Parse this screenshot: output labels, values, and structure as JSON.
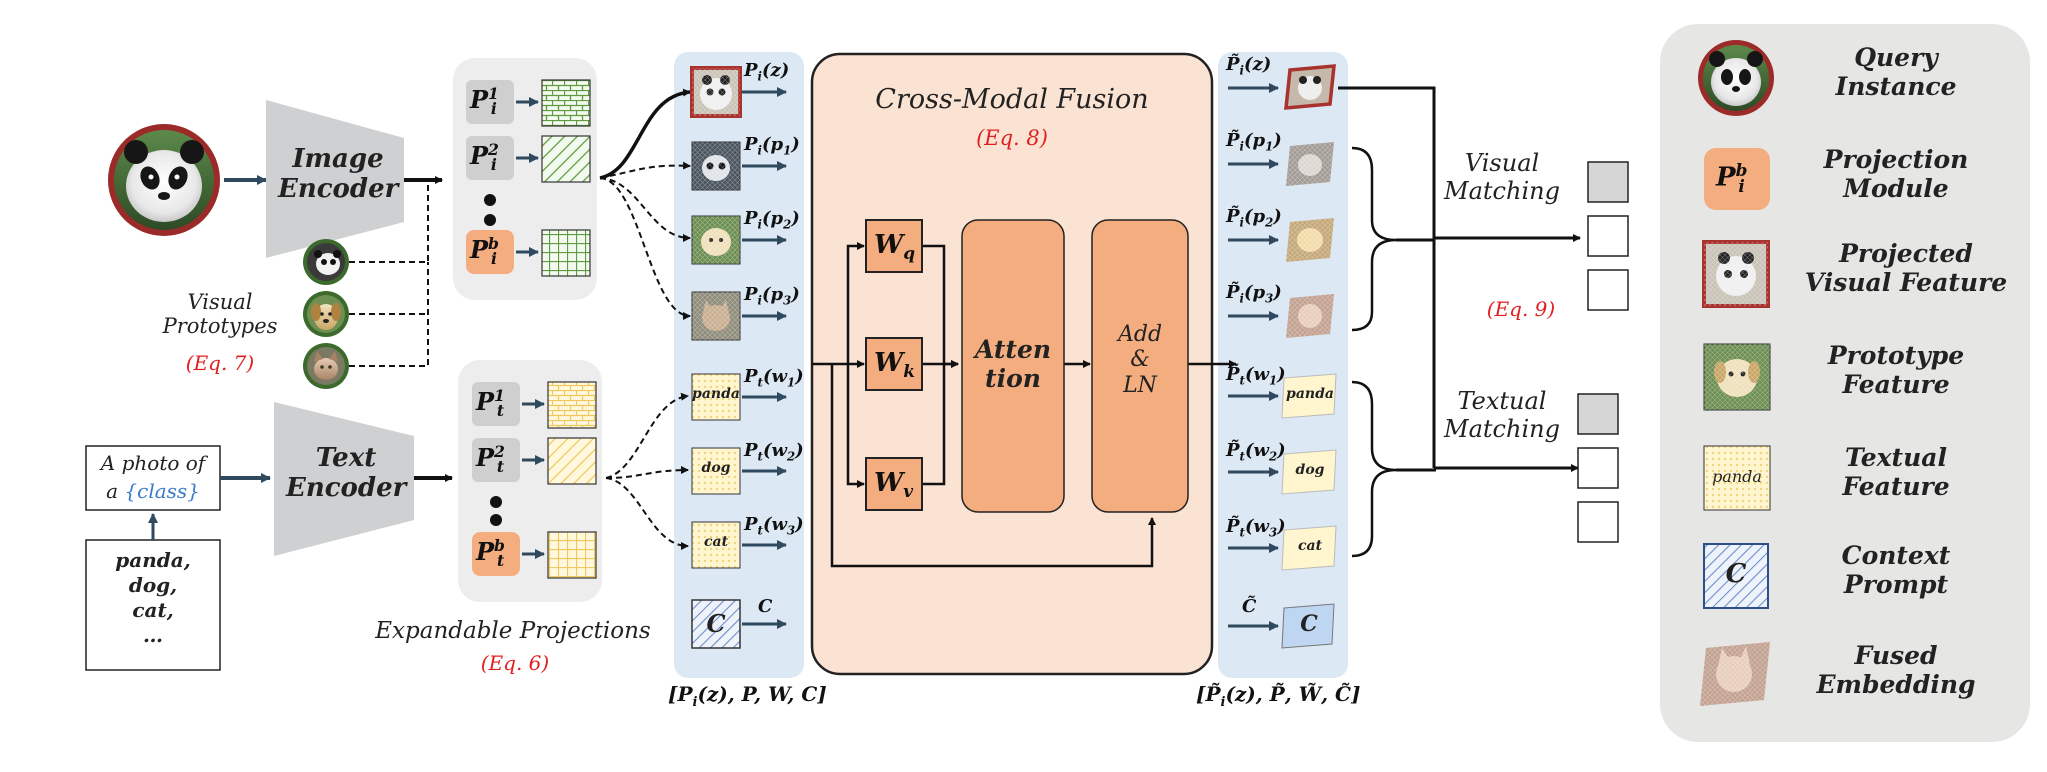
{
  "encoders": {
    "image": "Image\nEncoder",
    "text": "Text\nEncoder"
  },
  "visual_prototypes": {
    "label": "Visual\nPrototypes",
    "eq": "(Eq. 7)"
  },
  "text_input": {
    "prompt_line1": "A photo of",
    "prompt_line2_prefix": "a ",
    "prompt_class": "{class}",
    "classes": "panda,\ndog,\ncat,\n…"
  },
  "projections": {
    "label": "Expandable Projections",
    "eq": "(Eq. 6)",
    "image_proj": [
      "P_i^1",
      "P_i^2",
      "P_i^b"
    ],
    "text_proj": [
      "P_t^1",
      "P_t^2",
      "P_t^b"
    ]
  },
  "input_tokens": {
    "labels": [
      "P_i(z)",
      "P_i(p_1)",
      "P_i(p_2)",
      "P_i(p_3)",
      "P_t(w_1)",
      "P_t(w_2)",
      "P_t(w_3)",
      "C"
    ],
    "word_labels": [
      "panda",
      "dog",
      "cat"
    ],
    "context": "C",
    "bracket": "[P_i(z), P, W, C]"
  },
  "fusion": {
    "title": "Cross-Modal Fusion",
    "eq": "(Eq. 8)",
    "wq": "W_q",
    "wk": "W_k",
    "wv": "W_v",
    "attention": "Atten\ntion",
    "addln": "Add\n&\nLN"
  },
  "output_tokens": {
    "labels": [
      "~P_i(z)",
      "~P_i(p_1)",
      "~P_i(p_2)",
      "~P_i(p_3)",
      "~P_t(w_1)",
      "~P_t(w_2)",
      "~P_t(w_3)",
      "~C"
    ],
    "word_labels": [
      "panda",
      "dog",
      "cat"
    ],
    "context": "C",
    "bracket": "[~P_i(z), ~P, ~W, ~C]"
  },
  "matching": {
    "visual": "Visual\nMatching",
    "textual": "Textual\nMatching",
    "eq": "(Eq. 9)"
  },
  "legend": {
    "items": [
      "Query\nInstance",
      "Projection\nModule",
      "Projected\nVisual Feature",
      "Prototype\nFeature",
      "Textual\nFeature",
      "Context\nPrompt",
      "Fused\nEmbedding"
    ],
    "proj_symbol": "P_i^b",
    "textual_word": "panda",
    "context_symbol": "C"
  },
  "colors": {
    "orange": "#f4ad7f",
    "fusion_bg": "#fbe3d4",
    "blue_panel": "#dce8f3",
    "gray_panel": "#ededed",
    "legend_bg": "#e6e6e4",
    "eq_red": "#e02020",
    "arrow": "#2f4a5e"
  }
}
